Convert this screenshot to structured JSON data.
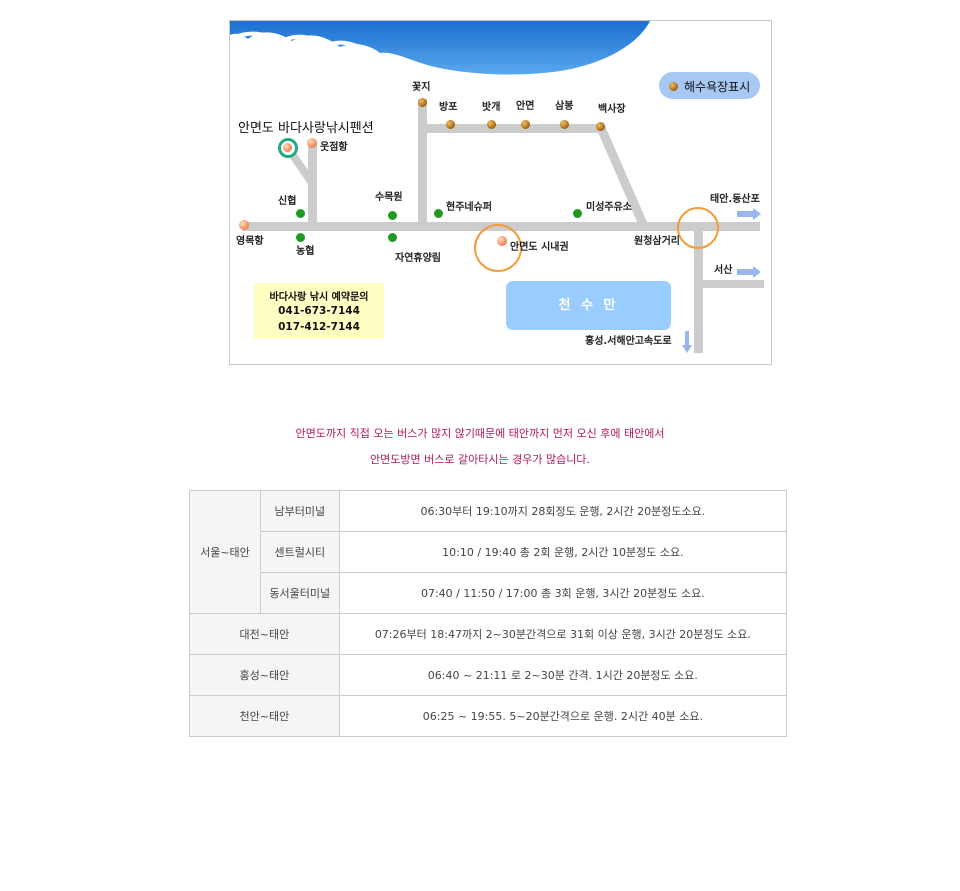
{
  "map": {
    "legend": "해수욕장표시",
    "pension_title": "안면도 바다사랑낚시펜션",
    "bay": "천 수 만",
    "contact": {
      "title": "바다사랑 낚시 예약문의",
      "phone1": "041-673-7144",
      "phone2": "017-412-7144"
    },
    "places": {
      "kkotji": "꽃지",
      "bangpo": "방포",
      "bitgae": "밧개",
      "anmyeon": "안면",
      "sambong": "삼봉",
      "baeksajang": "백사장",
      "ujeomhang": "웃점항",
      "sinhyeop": "신협",
      "sumogwon": "수목원",
      "hyeonjunesyupeo": "현주네슈퍼",
      "miseongjuyuso": "미성주유소",
      "taean_dongsanpo": "태안.동산포",
      "yeongmokhang": "영목항",
      "nonghyeop": "농협",
      "jayeonhyuyangrim": "자연휴양림",
      "anmyeondo_sinaegwon": "안면도 시내권",
      "woncheong_samgeori": "원청삼거리",
      "seosan": "서산",
      "hongseong_expressway": "홍성.서해안고속도로"
    }
  },
  "notice": {
    "line1": "안면도까지 직접 오는 버스가 많지 않기때문에 태안까지 먼저 오신 후에 태안에서",
    "line2": "안면도방면 버스로 갈아타시는 경우가 많습니다."
  },
  "bus_table": {
    "seoul_route": "서울~태안",
    "seoul_rows": [
      {
        "terminal": "남부터미널",
        "info": "06:30부터 19:10까지 28회정도 운행, 2시간 20분정도소요."
      },
      {
        "terminal": "센트럴시티",
        "info": "10:10 / 19:40 총 2회 운행, 2시간 10분정도 소요."
      },
      {
        "terminal": "동서울터미널",
        "info": "07:40 / 11:50 / 17:00 총 3회 운행, 3시간 20분정도 소요."
      }
    ],
    "other_rows": [
      {
        "route": "대전~태안",
        "info": "07:26부터 18:47까지 2~30분간격으로 31회 이상 운행, 3시간 20분정도 소요."
      },
      {
        "route": "홍성~태안",
        "info": "06:40 ~ 21:11 로 2~30분 간격. 1시간 20분정도 소요."
      },
      {
        "route": "천안~태안",
        "info": "06:25 ~ 19:55. 5~20분간격으로 운행. 2시간 40분 소요."
      }
    ]
  }
}
